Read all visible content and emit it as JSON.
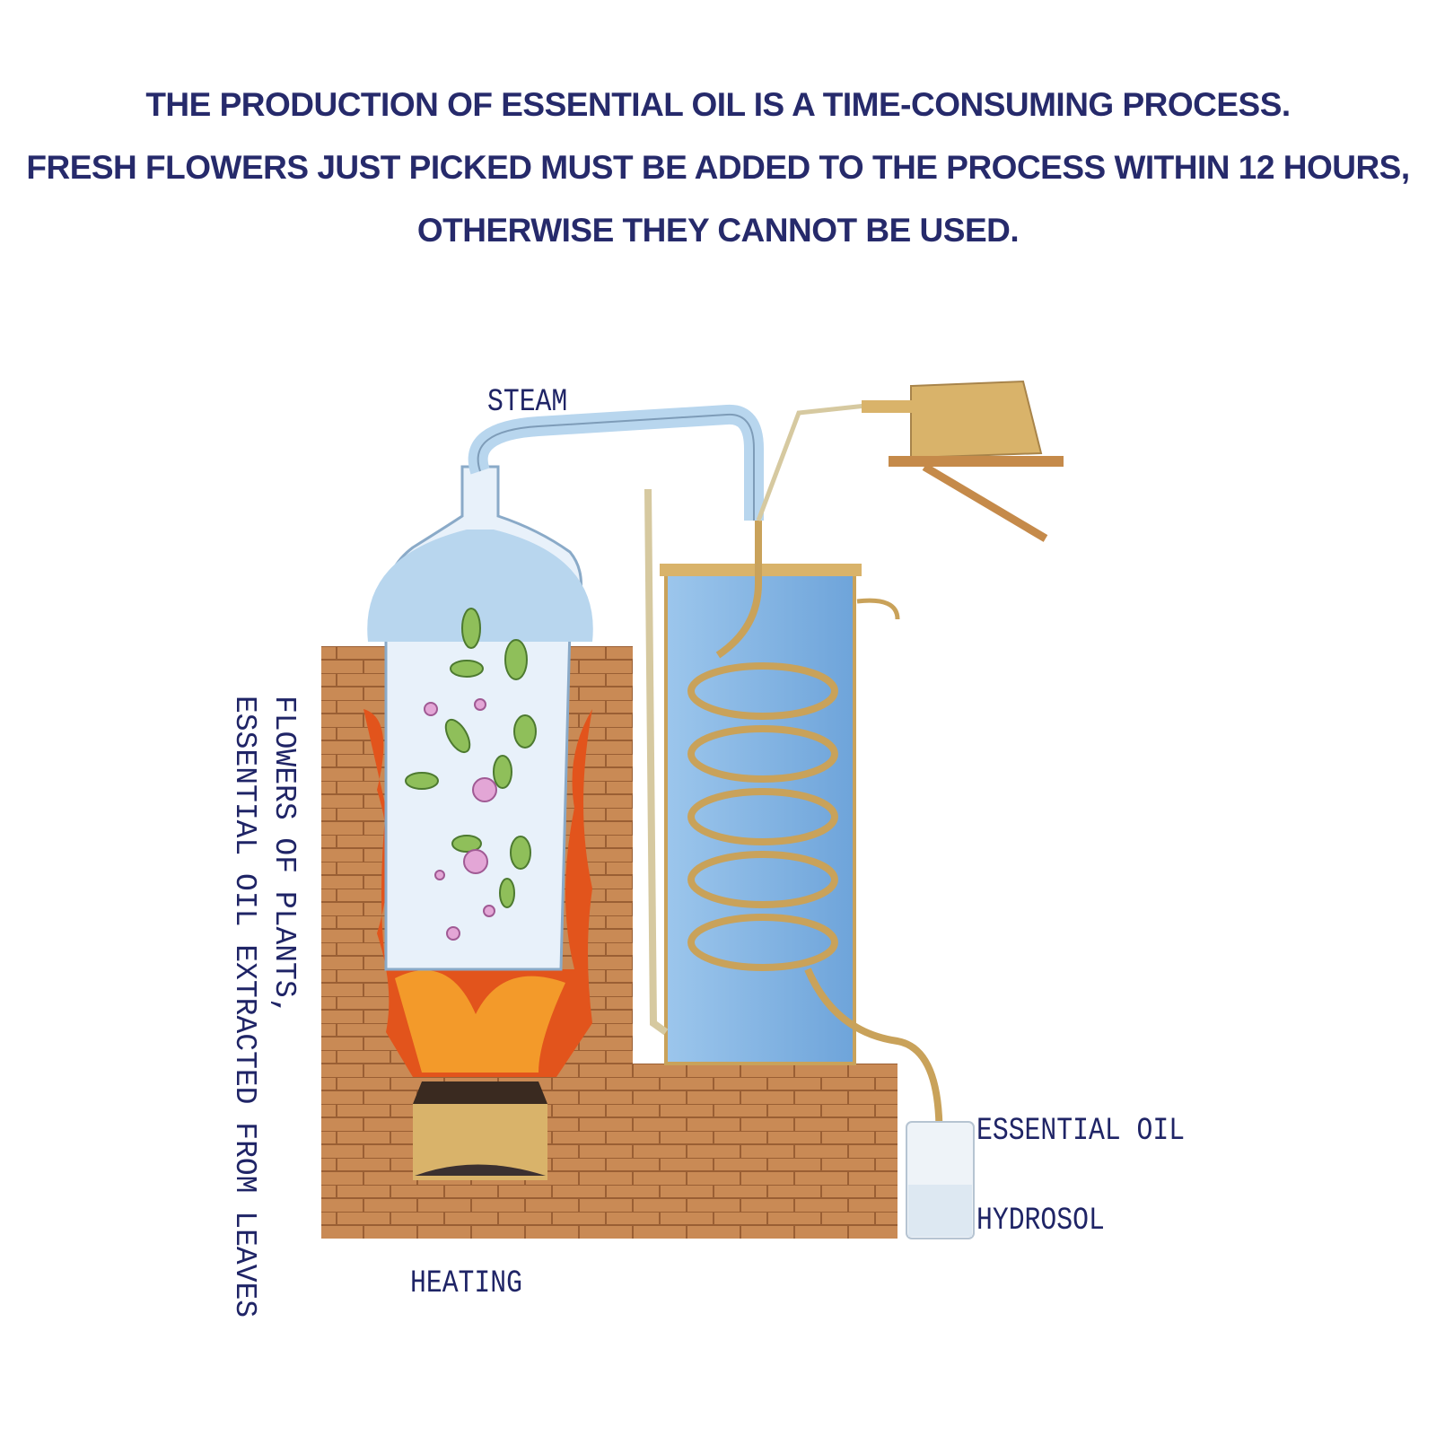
{
  "heading": {
    "line1": "THE PRODUCTION OF ESSENTIAL OIL IS A TIME-CONSUMING PROCESS.",
    "line2": "FRESH FLOWERS JUST PICKED MUST BE ADDED TO THE PROCESS WITHIN 12 HOURS,",
    "line3": "OTHERWISE THEY CANNOT BE USED."
  },
  "labels": {
    "steam": "STEAM",
    "side_line1": "FLOWERS OF PLANTS,",
    "side_line2": "ESSENTIAL OIL EXTRACTED FROM LEAVES",
    "essential_oil": "ESSENTIAL OIL",
    "hydrosol": "HYDROSOL",
    "heating": "HEATING"
  },
  "colors": {
    "text": "#262a6b",
    "brick": "#c98a55",
    "water": "#8fbde6",
    "flame": "#e2541c",
    "brass": "#c9a25a"
  }
}
